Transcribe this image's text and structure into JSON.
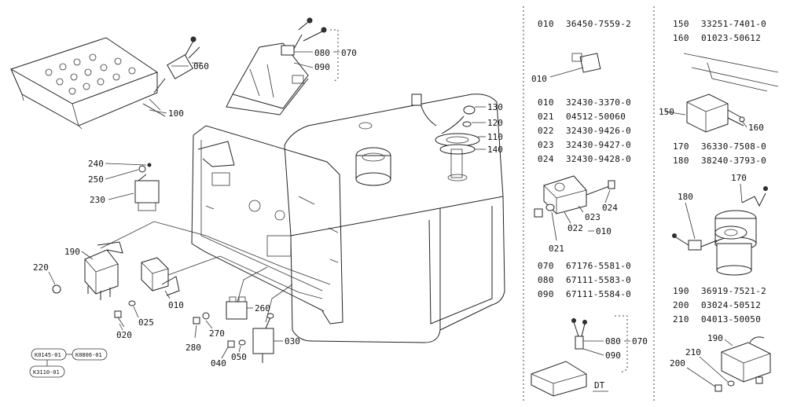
{
  "main_callouts": {
    "c060": "060",
    "c100": "100",
    "c080": "080",
    "c070": "070",
    "c090": "090",
    "c130": "130",
    "c120": "120",
    "c110": "110",
    "c140": "140",
    "c240": "240",
    "c250": "250",
    "c230": "230",
    "c190": "190",
    "c220": "220",
    "c010": "010",
    "c025": "025",
    "c020": "020",
    "c260": "260",
    "c270": "270",
    "c280": "280",
    "c030": "030",
    "c040": "040",
    "c050": "050"
  },
  "ref_tags": {
    "t1": "K0145-01",
    "t2": "K0806-01",
    "t3": "K3110-01"
  },
  "col1": {
    "g1": [
      {
        "ref": "010",
        "part": "36450-7559-2"
      }
    ],
    "g1_callout": "010",
    "g2": [
      {
        "ref": "010",
        "part": "32430-3370-0"
      },
      {
        "ref": "021",
        "part": "04512-50060"
      },
      {
        "ref": "022",
        "part": "32430-9426-0"
      },
      {
        "ref": "023",
        "part": "32430-9427-0"
      },
      {
        "ref": "024",
        "part": "32430-9428-0"
      }
    ],
    "g2_callouts": {
      "c024": "024",
      "c023": "023",
      "c022": "022",
      "c010": "010",
      "c021": "021"
    },
    "g3": [
      {
        "ref": "070",
        "part": "67176-5581-0"
      },
      {
        "ref": "080",
        "part": "67111-5583-0"
      },
      {
        "ref": "090",
        "part": "67111-5584-0"
      }
    ],
    "g3_callouts": {
      "c080": "080",
      "c070": "070",
      "c090": "090"
    },
    "dt_label": "DT"
  },
  "col2": {
    "g1": [
      {
        "ref": "150",
        "part": "33251-7401-0"
      },
      {
        "ref": "160",
        "part": "01023-50612"
      }
    ],
    "g1_callouts": {
      "c150": "150",
      "c160": "160"
    },
    "g2": [
      {
        "ref": "170",
        "part": "36330-7508-0"
      },
      {
        "ref": "180",
        "part": "38240-3793-0"
      }
    ],
    "g2_callouts": {
      "c170": "170",
      "c180": "180"
    },
    "g3": [
      {
        "ref": "190",
        "part": "36919-7521-2"
      },
      {
        "ref": "200",
        "part": "03024-50512"
      },
      {
        "ref": "210",
        "part": "04013-50050"
      }
    ],
    "g3_callouts": {
      "c190": "190",
      "c210": "210",
      "c200": "200"
    }
  }
}
